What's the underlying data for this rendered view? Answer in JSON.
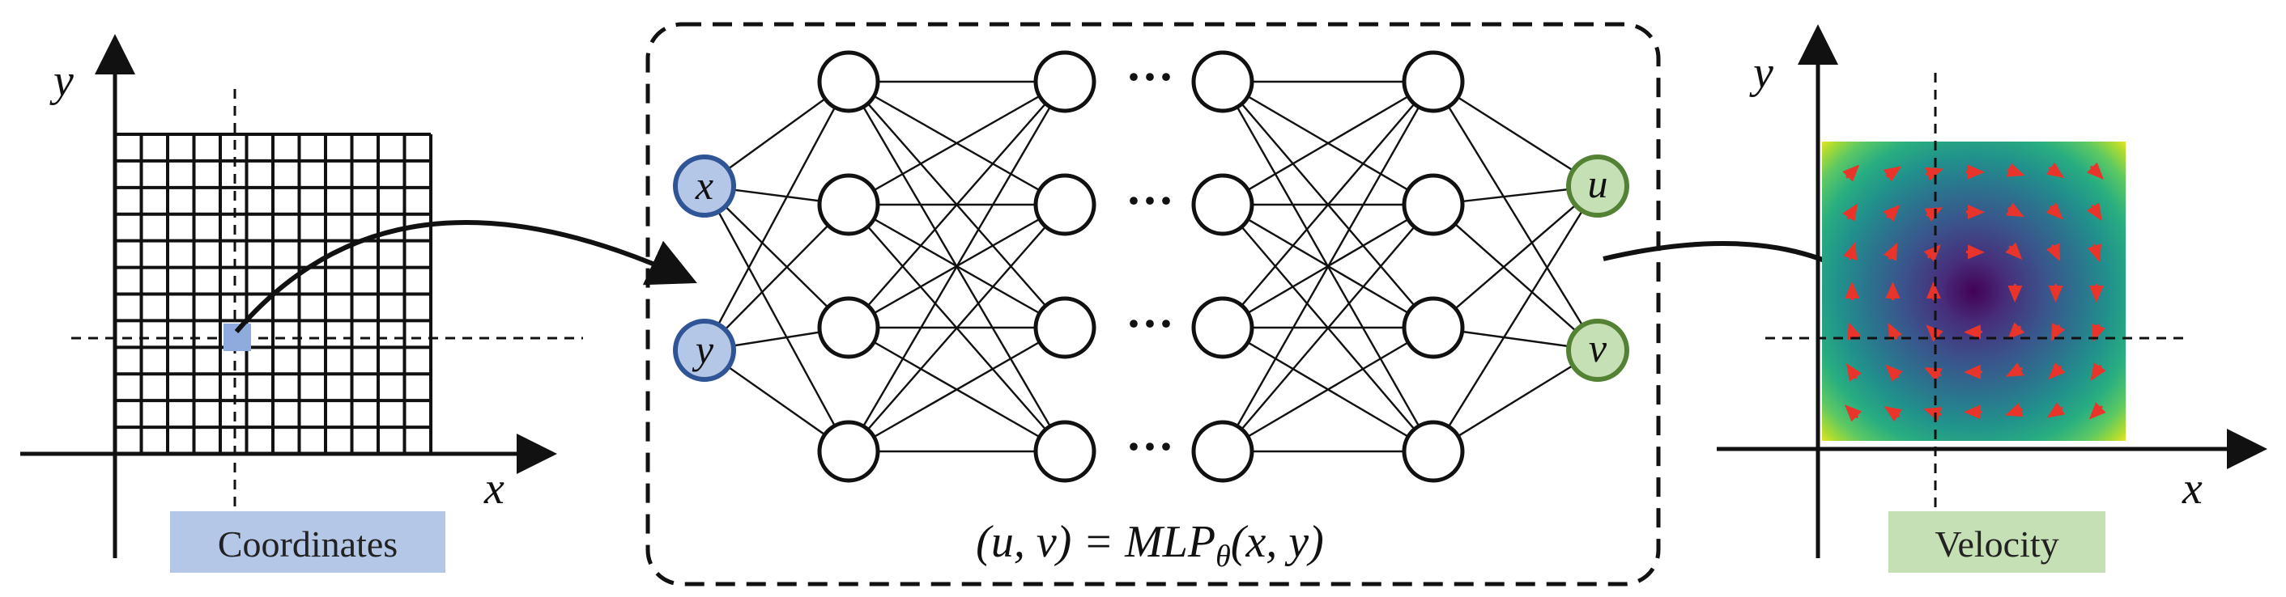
{
  "left_panel": {
    "x_axis_label": "x",
    "y_axis_label": "y",
    "caption": "Coordinates",
    "caption_color": "#b4c7e7"
  },
  "network": {
    "input_nodes": [
      "x",
      "y"
    ],
    "output_nodes": [
      "u",
      "v"
    ],
    "hidden_layer_count": 4,
    "hidden_layer_size": 4,
    "ellipsis": "···",
    "formula": "(u, v) = MLPθ(x, y)",
    "formula_parts": {
      "lhs": "(u, v) = MLP",
      "subscript": "θ",
      "rhs": "(x, y)"
    },
    "input_color": "#b4c7e7",
    "input_stroke": "#2f5597",
    "output_color": "#c5e0b4",
    "output_stroke": "#548235"
  },
  "right_panel": {
    "x_axis_label": "x",
    "y_axis_label": "y",
    "caption": "Velocity",
    "caption_color": "#c5e0b4",
    "field_arrow_color": "#e8342a"
  }
}
